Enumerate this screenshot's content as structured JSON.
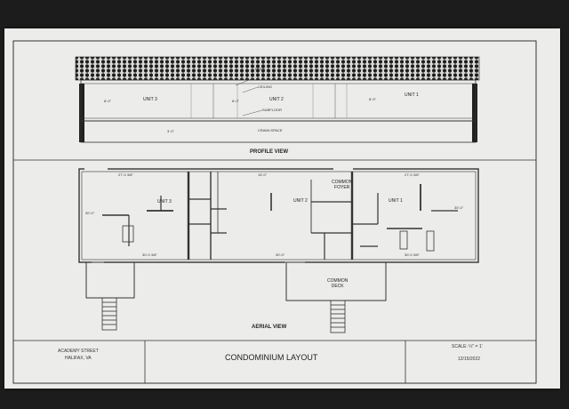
{
  "profile": {
    "title": "PROFILE VIEW",
    "labels": {
      "roof": "ROOF",
      "ceiling": "CEILING",
      "subfloor": "SUBFLOOR",
      "crawlspace": "CRAWLSPACE"
    },
    "units": [
      "UNIT 3",
      "UNIT 2",
      "UNIT 1"
    ],
    "dimensions": [
      "8'-0\"",
      "8'-0\"",
      "8'-0\"",
      "3'-0\""
    ]
  },
  "aerial": {
    "title": "AERIAL VIEW",
    "units": [
      "UNIT 3",
      "UNIT 2",
      "UNIT 1"
    ],
    "common_foyer": "COMMON\nFOYER",
    "common_deck": "COMMON\nDECK",
    "dimensions": {
      "top_left": "27'-0 3/8\"",
      "top_mid": "15'-0\"",
      "top_right": "27'-0 3/8\"",
      "left_side": "30'-0\"",
      "right_side": "30'-0\"",
      "bottom_left": "30'-0 3/8\"",
      "bottom_mid": "30'-0\"",
      "bottom_right": "30'-0 3/8\""
    }
  },
  "title_block": {
    "address_line1": "ACADEMY STREET",
    "address_line2": "HALIFAX, VA",
    "title": "CONDOMINIUM LAYOUT",
    "scale": "SCALE: ¼\" = 1'",
    "date": "12/15/2022"
  }
}
